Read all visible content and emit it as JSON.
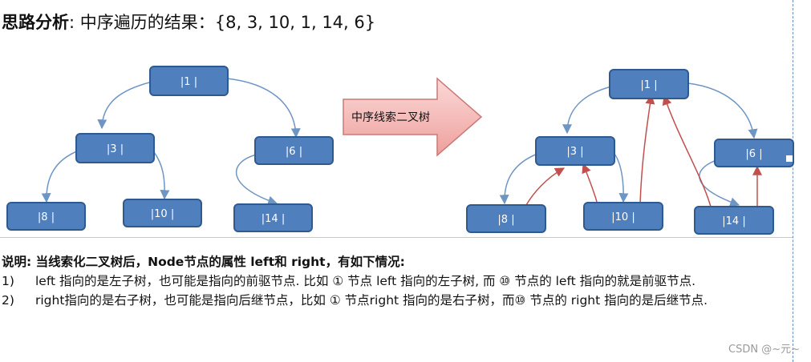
{
  "title": {
    "bold": "思路分析",
    "rest": ": 中序遍历的结果：{8, 3, 10, 1, 14, 6}"
  },
  "left_tree": {
    "nodes": [
      "|1 |",
      "|3 |",
      "|6 |",
      "|8 |",
      "|10 |",
      "|14 |"
    ]
  },
  "arrow_label": "中序线索二叉树",
  "right_tree": {
    "nodes": [
      "|1 |",
      "|3 |",
      "|6 |",
      "|8 |",
      "|10 |",
      "|14 |"
    ]
  },
  "description": {
    "heading": "说明: 当线索化二叉树后，Node节点的属性 left和 right，有如下情况:",
    "items": [
      {
        "num": "1)",
        "text": "left 指向的是左子树，也可能是指向的前驱节点. 比如 ① 节点 left 指向的左子树, 而 ⑩ 节点的 left 指向的就是前驱节点."
      },
      {
        "num": "2)",
        "text": "right指向的是右子树，也可能是指向后继节点，比如 ① 节点right 指向的是右子树，而⑩ 节点的 right 指向的是后继节点."
      }
    ]
  },
  "watermark": "CSDN @~元~",
  "colors": {
    "node_fill": "#4f7fbd",
    "node_stroke": "#2f5a8f",
    "edge": "#6e95c4",
    "thread": "#c0504d",
    "arrow_fill": "#f4b6b4"
  }
}
